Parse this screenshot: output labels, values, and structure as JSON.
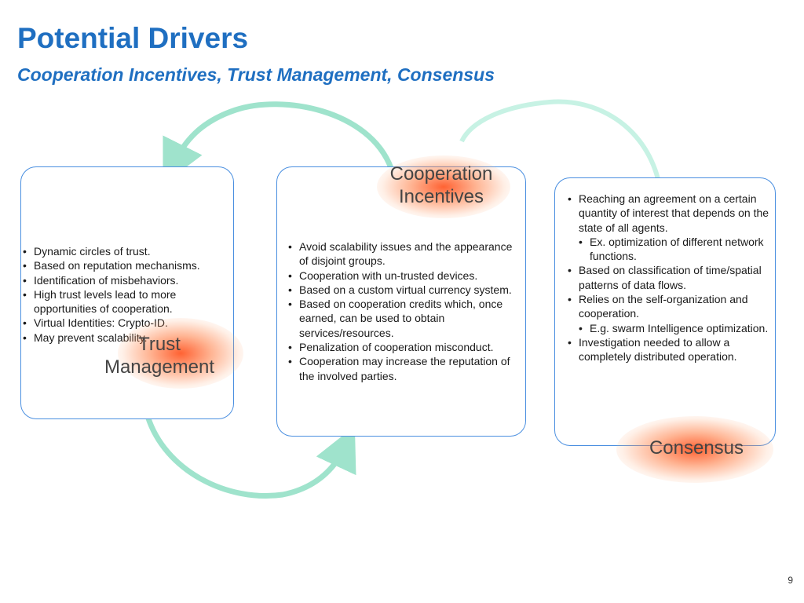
{
  "slide": {
    "title": "Potential Drivers",
    "subtitle": "Cooperation Incentives, Trust Management, Consensus",
    "page_number": "9"
  },
  "colors": {
    "title": "#1f6fc1",
    "box_border": "#4a8fe0",
    "arrow": "#9fe3cc",
    "glow": "#ff5a28"
  },
  "trust": {
    "label_line1": "Trust",
    "label_line2": "Management",
    "bullets": [
      "Dynamic circles of trust.",
      "Based on reputation mechanisms.",
      "Identification of misbehaviors.",
      "High trust levels lead to more opportunities of cooperation.",
      "Virtual Identities: Crypto-ID.",
      "May prevent scalability."
    ]
  },
  "cooperation": {
    "label_line1": "Cooperation",
    "label_line2": "Incentives",
    "bullets": [
      "Avoid scalability issues and the appearance of disjoint groups.",
      "Cooperation with un-trusted devices.",
      "Based on a custom virtual currency system.",
      "Based on cooperation  credits which, once earned, can be used to obtain services/resources.",
      "Penalization of cooperation misconduct.",
      "Cooperation may increase the reputation of the involved parties."
    ]
  },
  "consensus": {
    "label": "Consensus",
    "bullets": [
      "Reaching an agreement on a certain quantity of interest that depends on the state of all agents.",
      "Ex. optimization of different network functions.",
      "Based on classification of time/spatial patterns of data flows.",
      "Relies on the self-organization and cooperation.",
      "E.g. swarm Intelligence optimization.",
      "Investigation needed to allow a completely distributed operation."
    ]
  }
}
